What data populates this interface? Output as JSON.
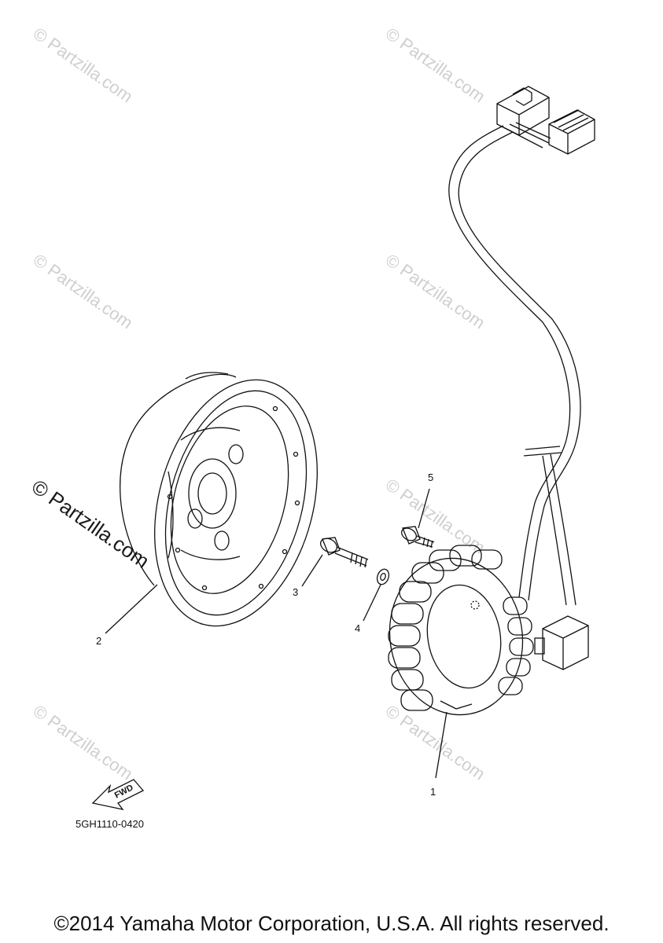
{
  "watermark": {
    "text": "© Partzilla.com"
  },
  "callouts": {
    "c1": "1",
    "c2": "2",
    "c3": "3",
    "c4": "4",
    "c5": "5"
  },
  "fwd_label": "FWD",
  "part_code": "5GH1110-0420",
  "copyright": "©2014 Yamaha Motor Corporation, U.S.A. All rights reserved."
}
